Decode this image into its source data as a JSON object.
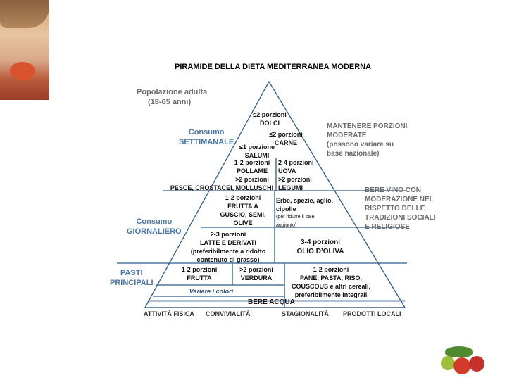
{
  "title": "PIRAMIDE DELLA DIETA MEDITERRANEA MODERNA",
  "left": {
    "population": [
      "Popolazione adulta",
      "(18-65 anni)"
    ],
    "weekly": [
      "Consumo",
      "SETTIMANALE"
    ],
    "daily": [
      "Consumo",
      "GIORNALIERO"
    ],
    "meals": [
      "PASTI",
      "PRINCIPALI"
    ]
  },
  "right": {
    "portions": [
      "MANTENERE PORZIONI",
      "MODERATE",
      "(possono variare su",
      "base nazionale)"
    ],
    "wine": [
      "BERE VINO CON",
      "MODERAZIONE NEL",
      "RISPETTO DELLE",
      "TRADIZIONI SOCIALI",
      "E RELIGIOSE"
    ]
  },
  "pyramid": {
    "sweets": [
      "≤2 porzioni",
      "DOLCI"
    ],
    "meat": [
      "≤2 porzioni",
      "CARNE"
    ],
    "cured": [
      "≤1 porzione",
      "SALUMI"
    ],
    "poultry": [
      "1-2 porzioni",
      "POLLAME",
      ">2 porzioni"
    ],
    "fish_row": "PESCE, CROSTACEI, MOLLUSCHI",
    "eggs": [
      "2-4 porzioni",
      "UOVA",
      ">2 porzioni",
      "LEGUMI"
    ],
    "nuts": [
      "1-2 porzioni",
      "FRUTTA A",
      "GUSCIO, SEMI,",
      "OLIVE"
    ],
    "herbs": [
      "Erbe, spezie, aglio,",
      "cipolle",
      "(per ridurre il sale",
      "aggiunto)"
    ],
    "dairy": [
      "2-3 porzioni",
      "LATTE E DERIVATI",
      "(preferibilmente a ridotto",
      "contenuto di grasso)"
    ],
    "oil": [
      "3-4 porzioni",
      "OLIO D’OLIVA"
    ],
    "fruit": [
      "1-2 porzioni",
      "FRUTTA"
    ],
    "veg": [
      ">2 porzioni",
      "VERDURA"
    ],
    "cereals": [
      "1-2 porzioni",
      "PANE, PASTA, RISO,",
      "COUSCOUS e altri cereali,",
      "preferibilmente integrali"
    ],
    "colors": "Variare i colori",
    "water": "BERE ACQUA"
  },
  "footer": [
    "ATTIVITÀ FISICA",
    "CONVIVIALITÀ",
    "STAGIONALITÀ",
    "PRODOTTI LOCALI"
  ],
  "colors": {
    "lines": "#2f5a8a",
    "grey_text": "#6b6b6b",
    "blue_text": "#4a76a8"
  }
}
